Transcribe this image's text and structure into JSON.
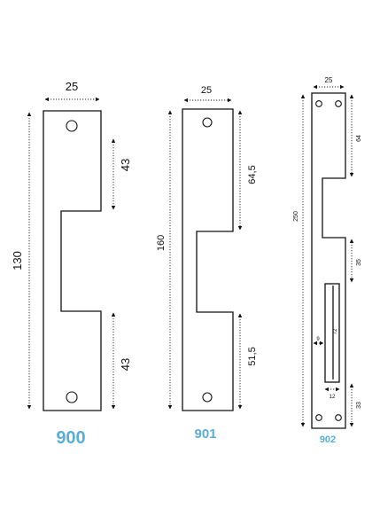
{
  "accent_color": "#5aaed6",
  "plates": [
    {
      "model": "900",
      "dims": {
        "width": "25",
        "height": "130",
        "top_section": "43",
        "bottom_section": "43"
      }
    },
    {
      "model": "901",
      "dims": {
        "width": "25",
        "height": "160",
        "top_section": "64,5",
        "bottom_section": "51,5"
      }
    },
    {
      "model": "902",
      "dims": {
        "width": "25",
        "height": "250",
        "top_section": "64",
        "notch": "35",
        "slot_length": "72",
        "slot_offset": "9",
        "slot_width": "12",
        "bottom_section": "33"
      }
    }
  ]
}
